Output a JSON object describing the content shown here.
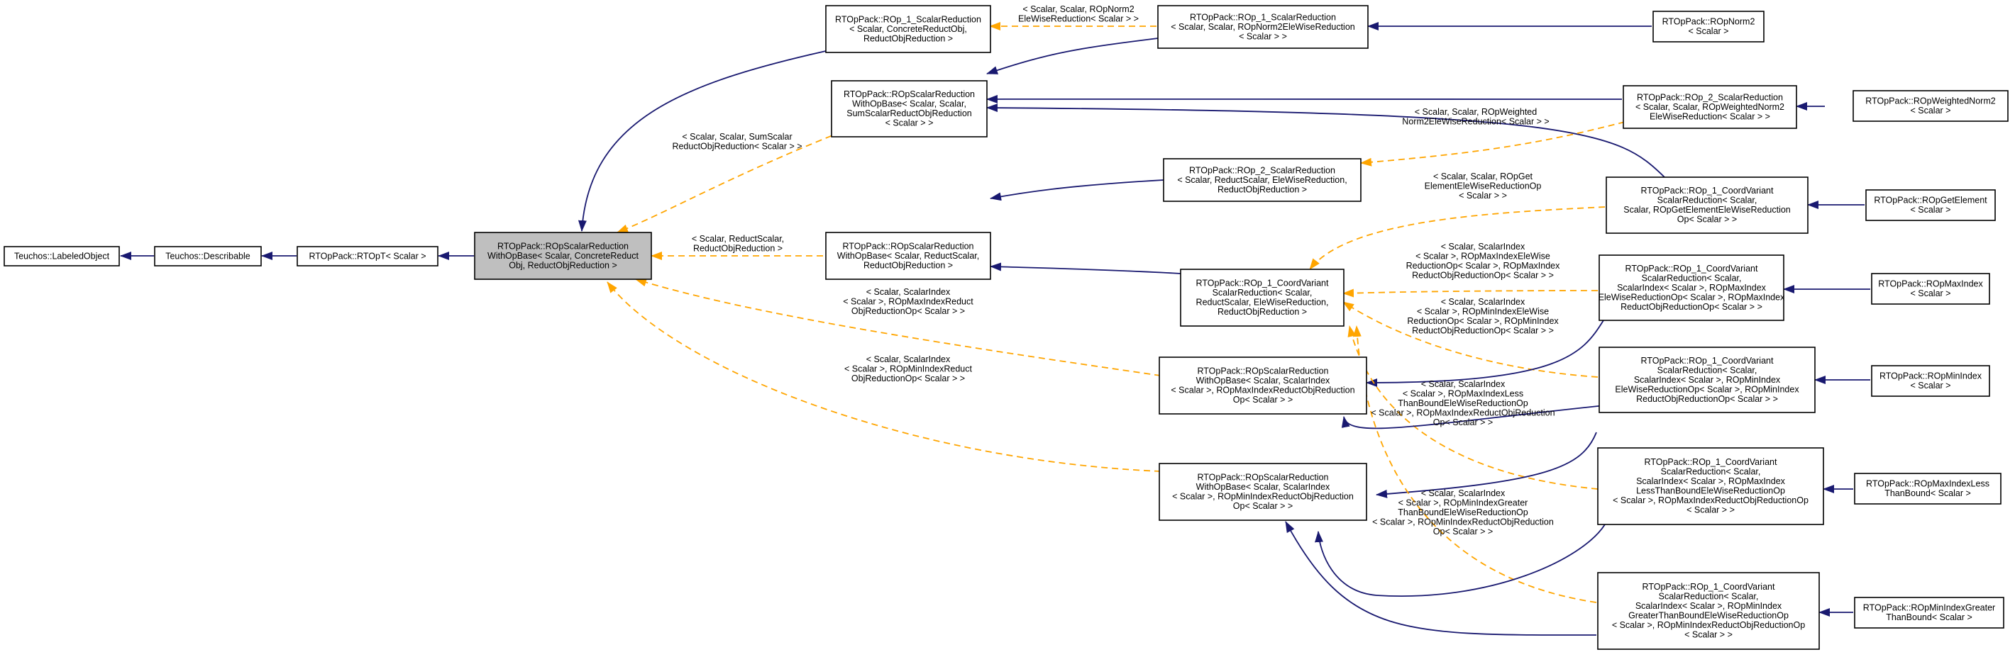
{
  "colors": {
    "inherit_edge": "#191970",
    "template_edge": "#ffa500",
    "focus_fill": "#bfbfbf",
    "node_fill": "#ffffff"
  },
  "nodes": {
    "labeled_object": [
      "Teuchos::LabeledObject"
    ],
    "describable": [
      "Teuchos::Describable"
    ],
    "ropt": [
      "RTOpPack::RTOpT< Scalar >"
    ],
    "focus": [
      "RTOpPack::ROpScalarReduction",
      "WithOpBase< Scalar, ConcreteReduct",
      "Obj, ReductObjReduction >"
    ],
    "sr1_concrete": [
      "RTOpPack::ROp_1_ScalarReduction",
      "< Scalar, ConcreteReductObj,",
      "ReductObjReduction >"
    ],
    "sr1_norm2": [
      "RTOpPack::ROp_1_ScalarReduction",
      "< Scalar, Scalar, ROpNorm2EleWiseReduction",
      "< Scalar > >"
    ],
    "norm2": [
      "RTOpPack::ROpNorm2",
      "< Scalar >"
    ],
    "base_sum": [
      "RTOpPack::ROpScalarReduction",
      "WithOpBase< Scalar, Scalar,",
      "SumScalarReductObjReduction",
      "< Scalar > >"
    ],
    "sr2_wnorm2": [
      "RTOpPack::ROp_2_ScalarReduction",
      "< Scalar, Scalar, ROpWeightedNorm2",
      "EleWiseReduction< Scalar > >"
    ],
    "wnorm2": [
      "RTOpPack::ROpWeightedNorm2",
      "< Scalar >"
    ],
    "sr2_generic": [
      "RTOpPack::ROp_2_ScalarReduction",
      "< Scalar, ReductScalar, EleWiseReduction,",
      "ReductObjReduction >"
    ],
    "base_reduct": [
      "RTOpPack::ROpScalarReduction",
      "WithOpBase< Scalar, ReductScalar,",
      "ReductObjReduction >"
    ],
    "cv1_generic": [
      "RTOpPack::ROp_1_CoordVariant",
      "ScalarReduction< Scalar,",
      "ReductScalar, EleWiseReduction,",
      "ReductObjReduction >"
    ],
    "cv1_getelem": [
      "RTOpPack::ROp_1_CoordVariant",
      "ScalarReduction< Scalar,",
      "Scalar, ROpGetElementEleWiseReduction",
      "Op< Scalar > >"
    ],
    "getelem": [
      "RTOpPack::ROpGetElement",
      "< Scalar >"
    ],
    "cv1_max": [
      "RTOpPack::ROp_1_CoordVariant",
      "ScalarReduction< Scalar,",
      "ScalarIndex< Scalar >, ROpMaxIndex",
      "EleWiseReductionOp< Scalar >, ROpMaxIndex",
      "ReductObjReductionOp< Scalar > >"
    ],
    "maxindex": [
      "RTOpPack::ROpMaxIndex",
      "< Scalar >"
    ],
    "cv1_min": [
      "RTOpPack::ROp_1_CoordVariant",
      "ScalarReduction< Scalar,",
      "ScalarIndex< Scalar >, ROpMinIndex",
      "EleWiseReductionOp< Scalar >, ROpMinIndex",
      "ReductObjReductionOp< Scalar > >"
    ],
    "minindex": [
      "RTOpPack::ROpMinIndex",
      "< Scalar >"
    ],
    "base_max": [
      "RTOpPack::ROpScalarReduction",
      "WithOpBase< Scalar, ScalarIndex",
      "< Scalar >, ROpMaxIndexReductObjReduction",
      "Op< Scalar > >"
    ],
    "base_min": [
      "RTOpPack::ROpScalarReduction",
      "WithOpBase< Scalar, ScalarIndex",
      "< Scalar >, ROpMinIndexReductObjReduction",
      "Op< Scalar > >"
    ],
    "cv1_maxless": [
      "RTOpPack::ROp_1_CoordVariant",
      "ScalarReduction< Scalar,",
      "ScalarIndex< Scalar >, ROpMaxIndex",
      "LessThanBoundEleWiseReductionOp",
      "< Scalar >, ROpMaxIndexReductObjReductionOp",
      "< Scalar > >"
    ],
    "maxless": [
      "RTOpPack::ROpMaxIndexLess",
      "ThanBound< Scalar >"
    ],
    "cv1_mingreater": [
      "RTOpPack::ROp_1_CoordVariant",
      "ScalarReduction< Scalar,",
      "ScalarIndex< Scalar >, ROpMinIndex",
      "GreaterThanBoundEleWiseReductionOp",
      "< Scalar >, ROpMinIndexReductObjReductionOp",
      "< Scalar > >"
    ],
    "mingreater": [
      "RTOpPack::ROpMinIndexGreater",
      "ThanBound< Scalar >"
    ]
  },
  "edge_labels": {
    "sr1_norm2_to_sr1": [
      "< Scalar, Scalar, ROpNorm2",
      "EleWiseReduction< Scalar > >"
    ],
    "base_sum_to_focus": [
      "< Scalar, Scalar, SumScalar",
      "ReductObjReduction< Scalar > >"
    ],
    "wnorm2_to_sr2": [
      "< Scalar, Scalar, ROpWeighted",
      "Norm2EleWiseReduction< Scalar > >"
    ],
    "base_reduct_to_focus": [
      "< Scalar, ReductScalar,",
      "ReductObjReduction >"
    ],
    "getelem_to_cv1": [
      "< Scalar, Scalar, ROpGet",
      "ElementEleWiseReductionOp",
      "< Scalar > >"
    ],
    "max_to_cv1": [
      "< Scalar, ScalarIndex",
      "< Scalar >, ROpMaxIndexEleWise",
      "ReductionOp< Scalar >, ROpMaxIndex",
      "ReductObjReductionOp< Scalar > >"
    ],
    "min_to_cv1": [
      "< Scalar, ScalarIndex",
      "< Scalar >, ROpMinIndexEleWise",
      "ReductionOp< Scalar >, ROpMinIndex",
      "ReductObjReductionOp< Scalar > >"
    ],
    "base_max_to_focus": [
      "< Scalar, ScalarIndex",
      "< Scalar >, ROpMaxIndexReduct",
      "ObjReductionOp< Scalar > >"
    ],
    "base_min_to_focus": [
      "< Scalar, ScalarIndex",
      "< Scalar >, ROpMinIndexReduct",
      "ObjReductionOp< Scalar > >"
    ],
    "maxless_to_cv1": [
      "< Scalar, ScalarIndex",
      "< Scalar >, ROpMaxIndexLess",
      "ThanBoundEleWiseReductionOp",
      "< Scalar >, ROpMaxIndexReductObjReduction",
      "Op< Scalar > >"
    ],
    "mingreater_to_cv1": [
      "< Scalar, ScalarIndex",
      "< Scalar >, ROpMinIndexGreater",
      "ThanBoundEleWiseReductionOp",
      "< Scalar >, ROpMinIndexReductObjReduction",
      "Op< Scalar > >"
    ]
  }
}
